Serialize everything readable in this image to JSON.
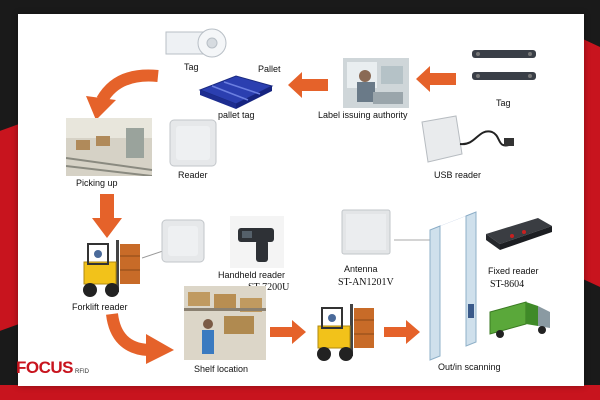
{
  "labels": {
    "tag_top": "Tag",
    "pallet": "Pallet",
    "pallet_tag": "pallet tag",
    "label_issuing_authority": "Label issuing authority",
    "tag_right": "Tag",
    "usb_reader": "USB reader",
    "picking_up": "Picking up",
    "reader": "Reader",
    "forklift_reader": "Forklift reader",
    "handheld_reader": "Handheld reader",
    "handheld_model": "ST-7200U",
    "antenna": "Antenna",
    "antenna_model": "ST-AN1201V",
    "fixed_reader": "Fixed reader",
    "fixed_model": "ST-8604",
    "shelf_location": "Shelf location",
    "out_in_scanning": "Out/in scanning"
  },
  "logo": {
    "text": "FOCUS",
    "sub": "RFID"
  },
  "colors": {
    "arrow": "#e5622a",
    "accent_red": "#c8141e",
    "background_dark": "#1a1a1a",
    "panel": "#ffffff"
  }
}
